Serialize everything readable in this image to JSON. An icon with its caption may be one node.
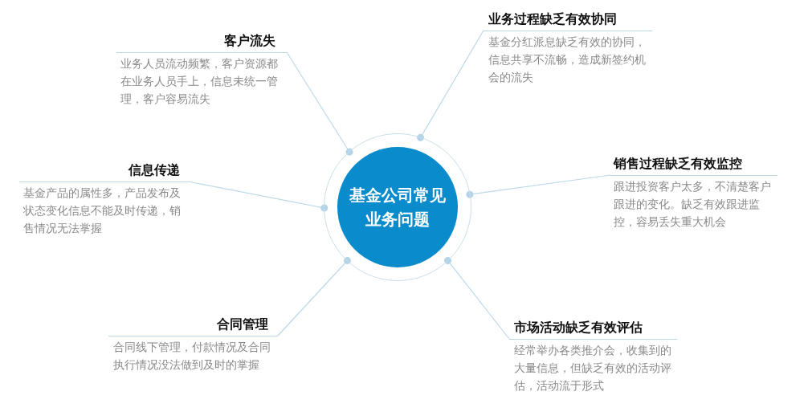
{
  "diagram": {
    "nodes": [
      {
        "text": [
          "基金公司常见业务问题"
        ]
      },
      {
        "text": [
          "客户流失",
          "业务人员流动频繁，客户资源都在业务人员手上，信息未统一管理，客户容易流失"
        ]
      },
      {
        "text": [
          "业务过程缺乏有效协同",
          "基金分红派息缺乏有效的协同，信息共享不流畅，造成新签约机会的流失"
        ]
      },
      {
        "text": [
          "信息传递",
          "基金产品的属性多，产品发布及状态变化信息不能及时传递，销售情况无法掌握"
        ]
      },
      {
        "text": [
          "销售过程缺乏有效监控",
          "跟进投资客户太多，不清楚客户跟进的变化。缺乏有效跟进监控，容易丢失重大机会"
        ]
      },
      {
        "text": [
          "合同管理",
          "合同线下管理，付款情况及合同执行情况没法做到及时的掌握"
        ]
      },
      {
        "text": [
          "市场活动缺乏有效评估",
          "经常举办各类推介会，收集到的大量信息，但缺乏有效的活动评估，活动流于形式"
        ]
      }
    ],
    "edges": [
      {
        "from": 0,
        "to": 1,
        "arrow": "other"
      },
      {
        "from": 0,
        "to": 2,
        "arrow": "other"
      },
      {
        "from": 0,
        "to": 3,
        "arrow": "other"
      },
      {
        "from": 0,
        "to": 4,
        "arrow": "other"
      },
      {
        "from": 0,
        "to": 5,
        "arrow": "other"
      },
      {
        "from": 0,
        "to": 6,
        "arrow": "other"
      }
    ]
  }
}
